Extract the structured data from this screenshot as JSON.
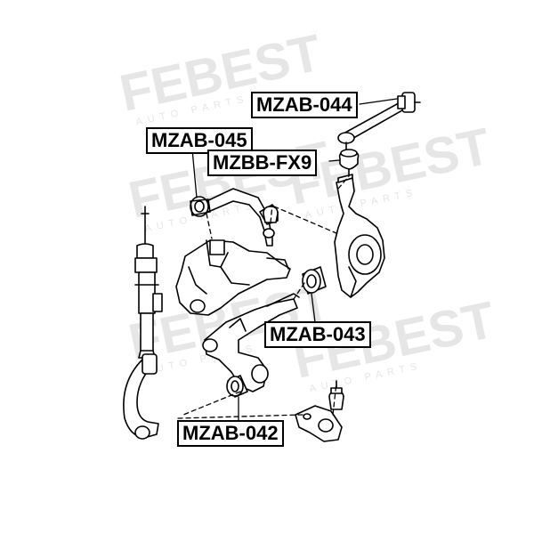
{
  "watermark": {
    "brand": "FEBEST",
    "sub": "AUTO PARTS",
    "color": "#e6e6e6"
  },
  "labels": {
    "mzab044": "MZAB-044",
    "mzab045": "MZAB-045",
    "mzbbfx9": "MZBB-FX9",
    "mzab043": "MZAB-043",
    "mzab042": "MZAB-042"
  },
  "colors": {
    "line": "#000000",
    "fill": "#ffffff",
    "shade": "#d9d9d9"
  }
}
